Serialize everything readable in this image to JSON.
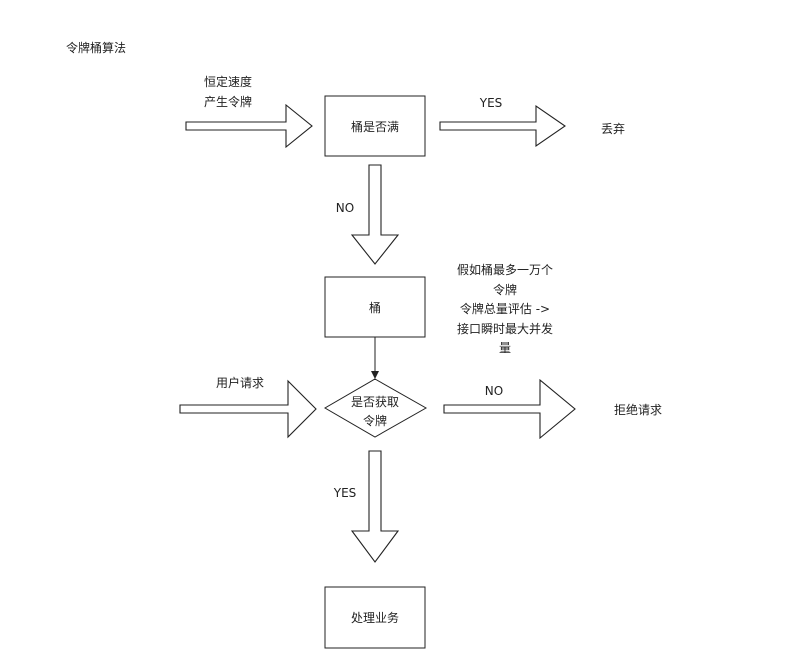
{
  "title": "令牌桶算法",
  "inputs": {
    "token_rate": [
      "恒定速度",
      "产生令牌"
    ],
    "user_request": "用户请求"
  },
  "nodes": {
    "bucket_full": "桶是否满",
    "bucket": "桶",
    "get_token": [
      "是否获取",
      "令牌"
    ],
    "process": "处理业务"
  },
  "outcomes": {
    "discard": "丢弃",
    "reject": "拒绝请求"
  },
  "edge_labels": {
    "full_yes": "YES",
    "full_no": "NO",
    "token_no": "NO",
    "token_yes": "YES"
  },
  "note": [
    "假如桶最多一万个",
    "令牌",
    "令牌总量评估 ->",
    "接口瞬时最大并发",
    "量"
  ]
}
